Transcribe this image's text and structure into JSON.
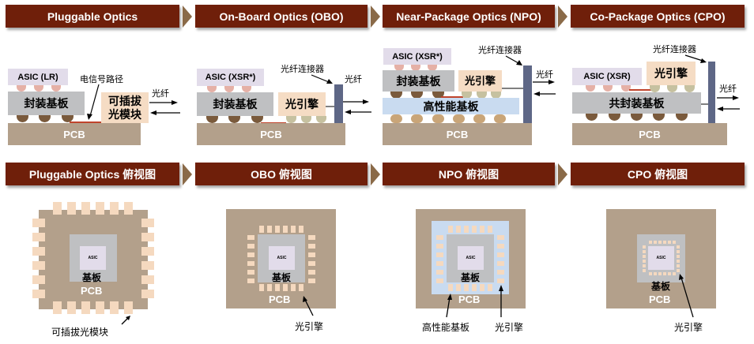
{
  "headers": {
    "top": [
      "Pluggable Optics",
      "On-Board Optics (OBO)",
      "Near-Package Optics (NPO)",
      "Co-Package Optics (CPO)"
    ],
    "bottom": [
      "Pluggable Optics 俯视图",
      "OBO 俯视图",
      "NPO 俯视图",
      "CPO 俯视图"
    ]
  },
  "side_views": {
    "pluggable": {
      "asic": "ASIC (LR)",
      "substrate": "封装基板",
      "module_line1": "可插拔",
      "module_line2": "光模块",
      "pcb": "PCB",
      "signal_path_label": "电信号路径",
      "fiber_label": "光纤"
    },
    "obo": {
      "asic": "ASIC (XSR*)",
      "substrate": "封装基板",
      "optical_engine": "光引擎",
      "pcb": "PCB",
      "connector_label": "光纤连接器",
      "fiber_label": "光纤"
    },
    "npo": {
      "asic": "ASIC (XSR*)",
      "substrate": "封装基板",
      "optical_engine": "光引擎",
      "hp_substrate": "高性能基板",
      "pcb": "PCB",
      "connector_label": "光纤连接器",
      "fiber_label": "光纤"
    },
    "cpo": {
      "asic": "ASIC (XSR)",
      "optical_engine": "光引擎",
      "co_substrate": "共封装基板",
      "pcb": "PCB",
      "connector_label": "光纤连接器",
      "fiber_label": "光纤"
    }
  },
  "top_views": {
    "pluggable": {
      "asic": "ASIC",
      "substrate": "基板",
      "pcb": "PCB",
      "callout": "可插拔光模块"
    },
    "obo": {
      "asic": "ASIC",
      "substrate": "基板",
      "pcb": "PCB",
      "callout": "光引擎"
    },
    "npo": {
      "asic": "ASIC",
      "substrate": "基板",
      "pcb": "PCB",
      "callout_left": "高性能基板",
      "callout_right": "光引擎"
    },
    "cpo": {
      "asic": "ASIC",
      "substrate": "基板",
      "pcb": "PCB",
      "callout": "光引擎"
    }
  },
  "colors": {
    "header_bg": "#6f1f0a",
    "chevron": "#8a6a48",
    "pcb": "#b3a08b",
    "substrate": "#bfc0c2",
    "asic": "#e2dcea",
    "optical_engine": "#f5dcc4",
    "hp_substrate": "#c9dbf0",
    "connector": "#5e6786",
    "trace": "#c0442c"
  }
}
